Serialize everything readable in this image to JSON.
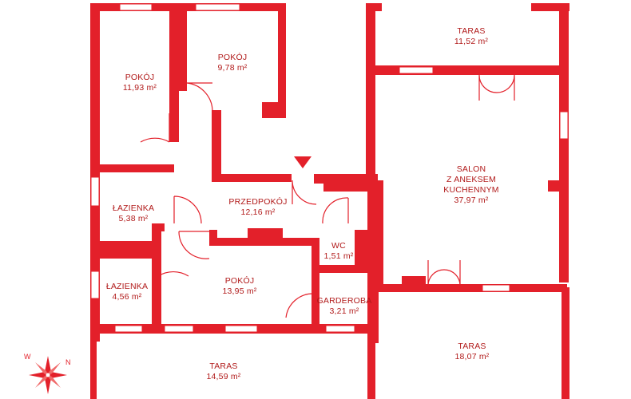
{
  "colors": {
    "wall": "#e3202a",
    "text": "#b11a1a",
    "background": "#ffffff"
  },
  "rooms": [
    {
      "name": "POKÓJ",
      "area": "11,93 m²"
    },
    {
      "name": "POKÓJ",
      "area": "9,78 m²"
    },
    {
      "name": "TARAS",
      "area": "11,52 m²"
    },
    {
      "name": "SALON",
      "name2": "Z ANEKSEM",
      "name3": "KUCHENNYM",
      "area": "37,97 m²"
    },
    {
      "name": "ŁAZIENKA",
      "area": "5,38 m²"
    },
    {
      "name": "PRZEDPOKÓJ",
      "area": "12,16 m²"
    },
    {
      "name": "WC",
      "area": "1,51 m²"
    },
    {
      "name": "ŁAZIENKA",
      "area": "4,56 m²"
    },
    {
      "name": "POKÓJ",
      "area": "13,95 m²"
    },
    {
      "name": "GARDEROBA",
      "area": "3,21 m²"
    },
    {
      "name": "TARAS",
      "area": "18,07 m²"
    },
    {
      "name": "TARAS",
      "area": "14,59 m²"
    }
  ],
  "compass": {
    "labels": [
      "W",
      "N"
    ],
    "icon": "compass-rose-icon"
  },
  "entrance": {
    "icon": "entrance-arrow-icon"
  }
}
